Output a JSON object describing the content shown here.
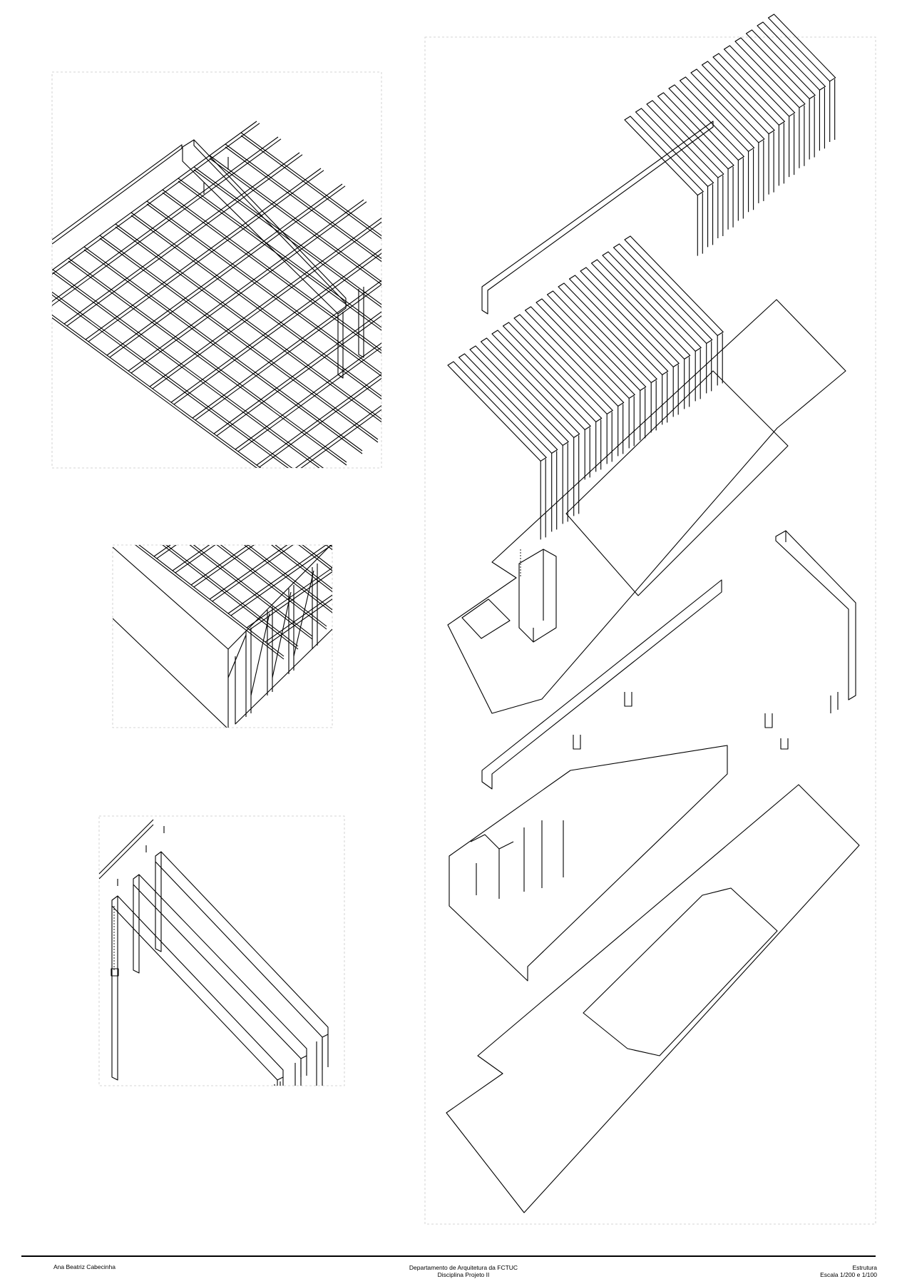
{
  "footer": {
    "author": "Ana Beatriz Cabecinha",
    "department": "Departamento de Arquitetura da FCTUC",
    "course": "Disciplina Projeto II",
    "sheet_title": "Estrutura",
    "scale": "Escala 1/200 e 1/100"
  },
  "colors": {
    "line": "#000000",
    "frame": "#c8c8c8",
    "background": "#ffffff"
  }
}
